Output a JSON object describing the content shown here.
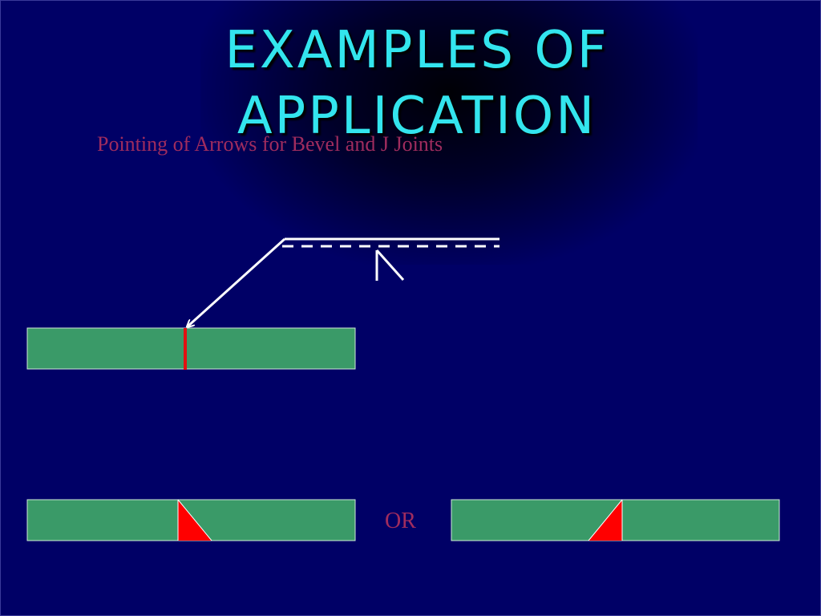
{
  "title": {
    "line1": "EXAMPLES OF",
    "line2": "APPLICATION"
  },
  "subtitle": "Pointing of Arrows for Bevel and J Joints",
  "or_label": "OR",
  "colors": {
    "background": "#000066",
    "title": "#33e5ee",
    "text_accent": "#a02c5e",
    "plate": "#3a9a68",
    "weld": "#ff0000",
    "leader": "#ffffff"
  }
}
